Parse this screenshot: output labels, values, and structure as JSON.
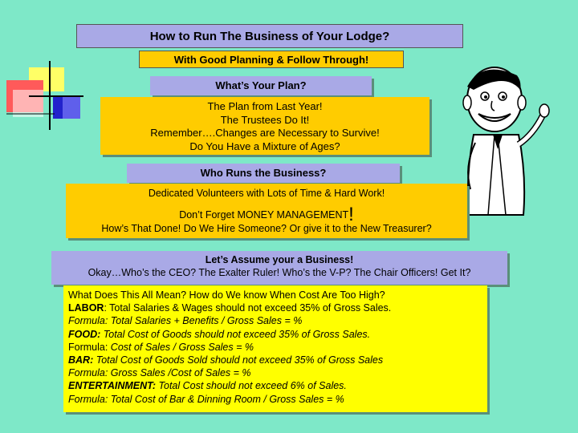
{
  "slide": {
    "title": "How to Run The Business of Your Lodge?",
    "subtitle": "With Good Planning & Follow Through!"
  },
  "plan": {
    "heading": "What’s Your Plan?",
    "lines": [
      "The Plan from Last Year!",
      "The Trustees Do It!",
      "Remember….Changes are Necessary to Survive!",
      "Do You Have a Mixture of Ages?"
    ]
  },
  "business": {
    "heading": "Who Runs the Business?",
    "line1": "Dedicated Volunteers with Lots of Time & Hard Work!",
    "line2": "Don’t Forget MONEY MANAGEMENT",
    "line2_mark": "!",
    "line3": "How’s That Done!  Do We Hire Someone?  Or give it to the New Treasurer?"
  },
  "assume": {
    "heading": "Let’s Assume your a Business!",
    "text": "Okay…Who’s the CEO?   The Exalter Ruler! Who’s the V-P?  The Chair Officers! Get It?"
  },
  "meaning": {
    "intro": "What Does This All Mean?  How do We know When Cost Are Too High?",
    "labor_label": "LABOR",
    "labor_text": ":  Total Salaries & Wages should not exceed 35% of Gross Sales.",
    "labor_formula": "Formula: Total Salaries + Benefits / Gross Sales = %",
    "food_label": "FOOD:",
    "food_text": "  Total Cost of Goods should not exceed 35% of Gross Sales.",
    "food_formula_prefix": "Formula:",
    "food_formula": "  Cost of Sales / Gross Sales = %",
    "bar_label": "BAR:",
    "bar_text": "  Total Cost of Goods Sold should not exceed 35% of Gross Sales",
    "bar_formula": "Formula:  Gross Sales /Cost of Sales = %",
    "ent_label": "ENTERTAINMENT:",
    "ent_text": "  Total Cost should not exceed 6% of Sales.",
    "ent_formula": "Formula: Total Cost of Bar & Dinning Room / Gross Sales = %"
  },
  "colors": {
    "background": "#7ee8c8",
    "header_purple": "#a9a9e6",
    "orange": "#ffcc00",
    "yellow": "#ffff00"
  },
  "icons": [
    "color-block-decoration",
    "cartoon-man-illustration"
  ]
}
